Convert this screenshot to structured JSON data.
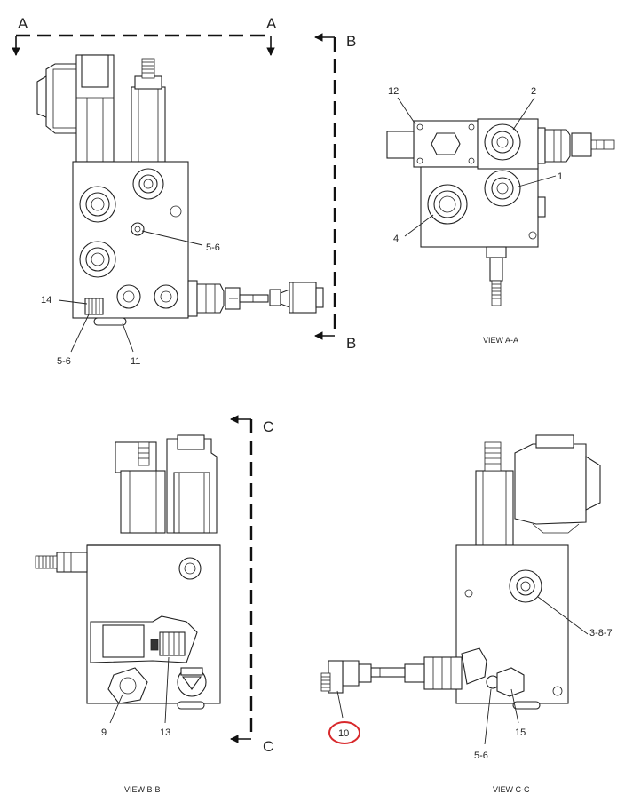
{
  "section_marks": {
    "a_left": "A",
    "a_right": "A",
    "b_top": "B",
    "b_bottom": "B",
    "c_top": "C",
    "c_bottom": "C"
  },
  "main_view": {
    "callouts": [
      "5-6",
      "14",
      "5-6",
      "11"
    ]
  },
  "view_a": {
    "caption": "VIEW A-A",
    "callouts": [
      "12",
      "2",
      "1",
      "4"
    ]
  },
  "view_b": {
    "caption": "VIEW B-B",
    "callouts": [
      "9",
      "13"
    ]
  },
  "view_c": {
    "caption": "VIEW C-C",
    "callouts": [
      "3-8-7",
      "10",
      "5-6",
      "15"
    ],
    "highlighted_callout": "10",
    "highlight_color": "#d8282b"
  }
}
